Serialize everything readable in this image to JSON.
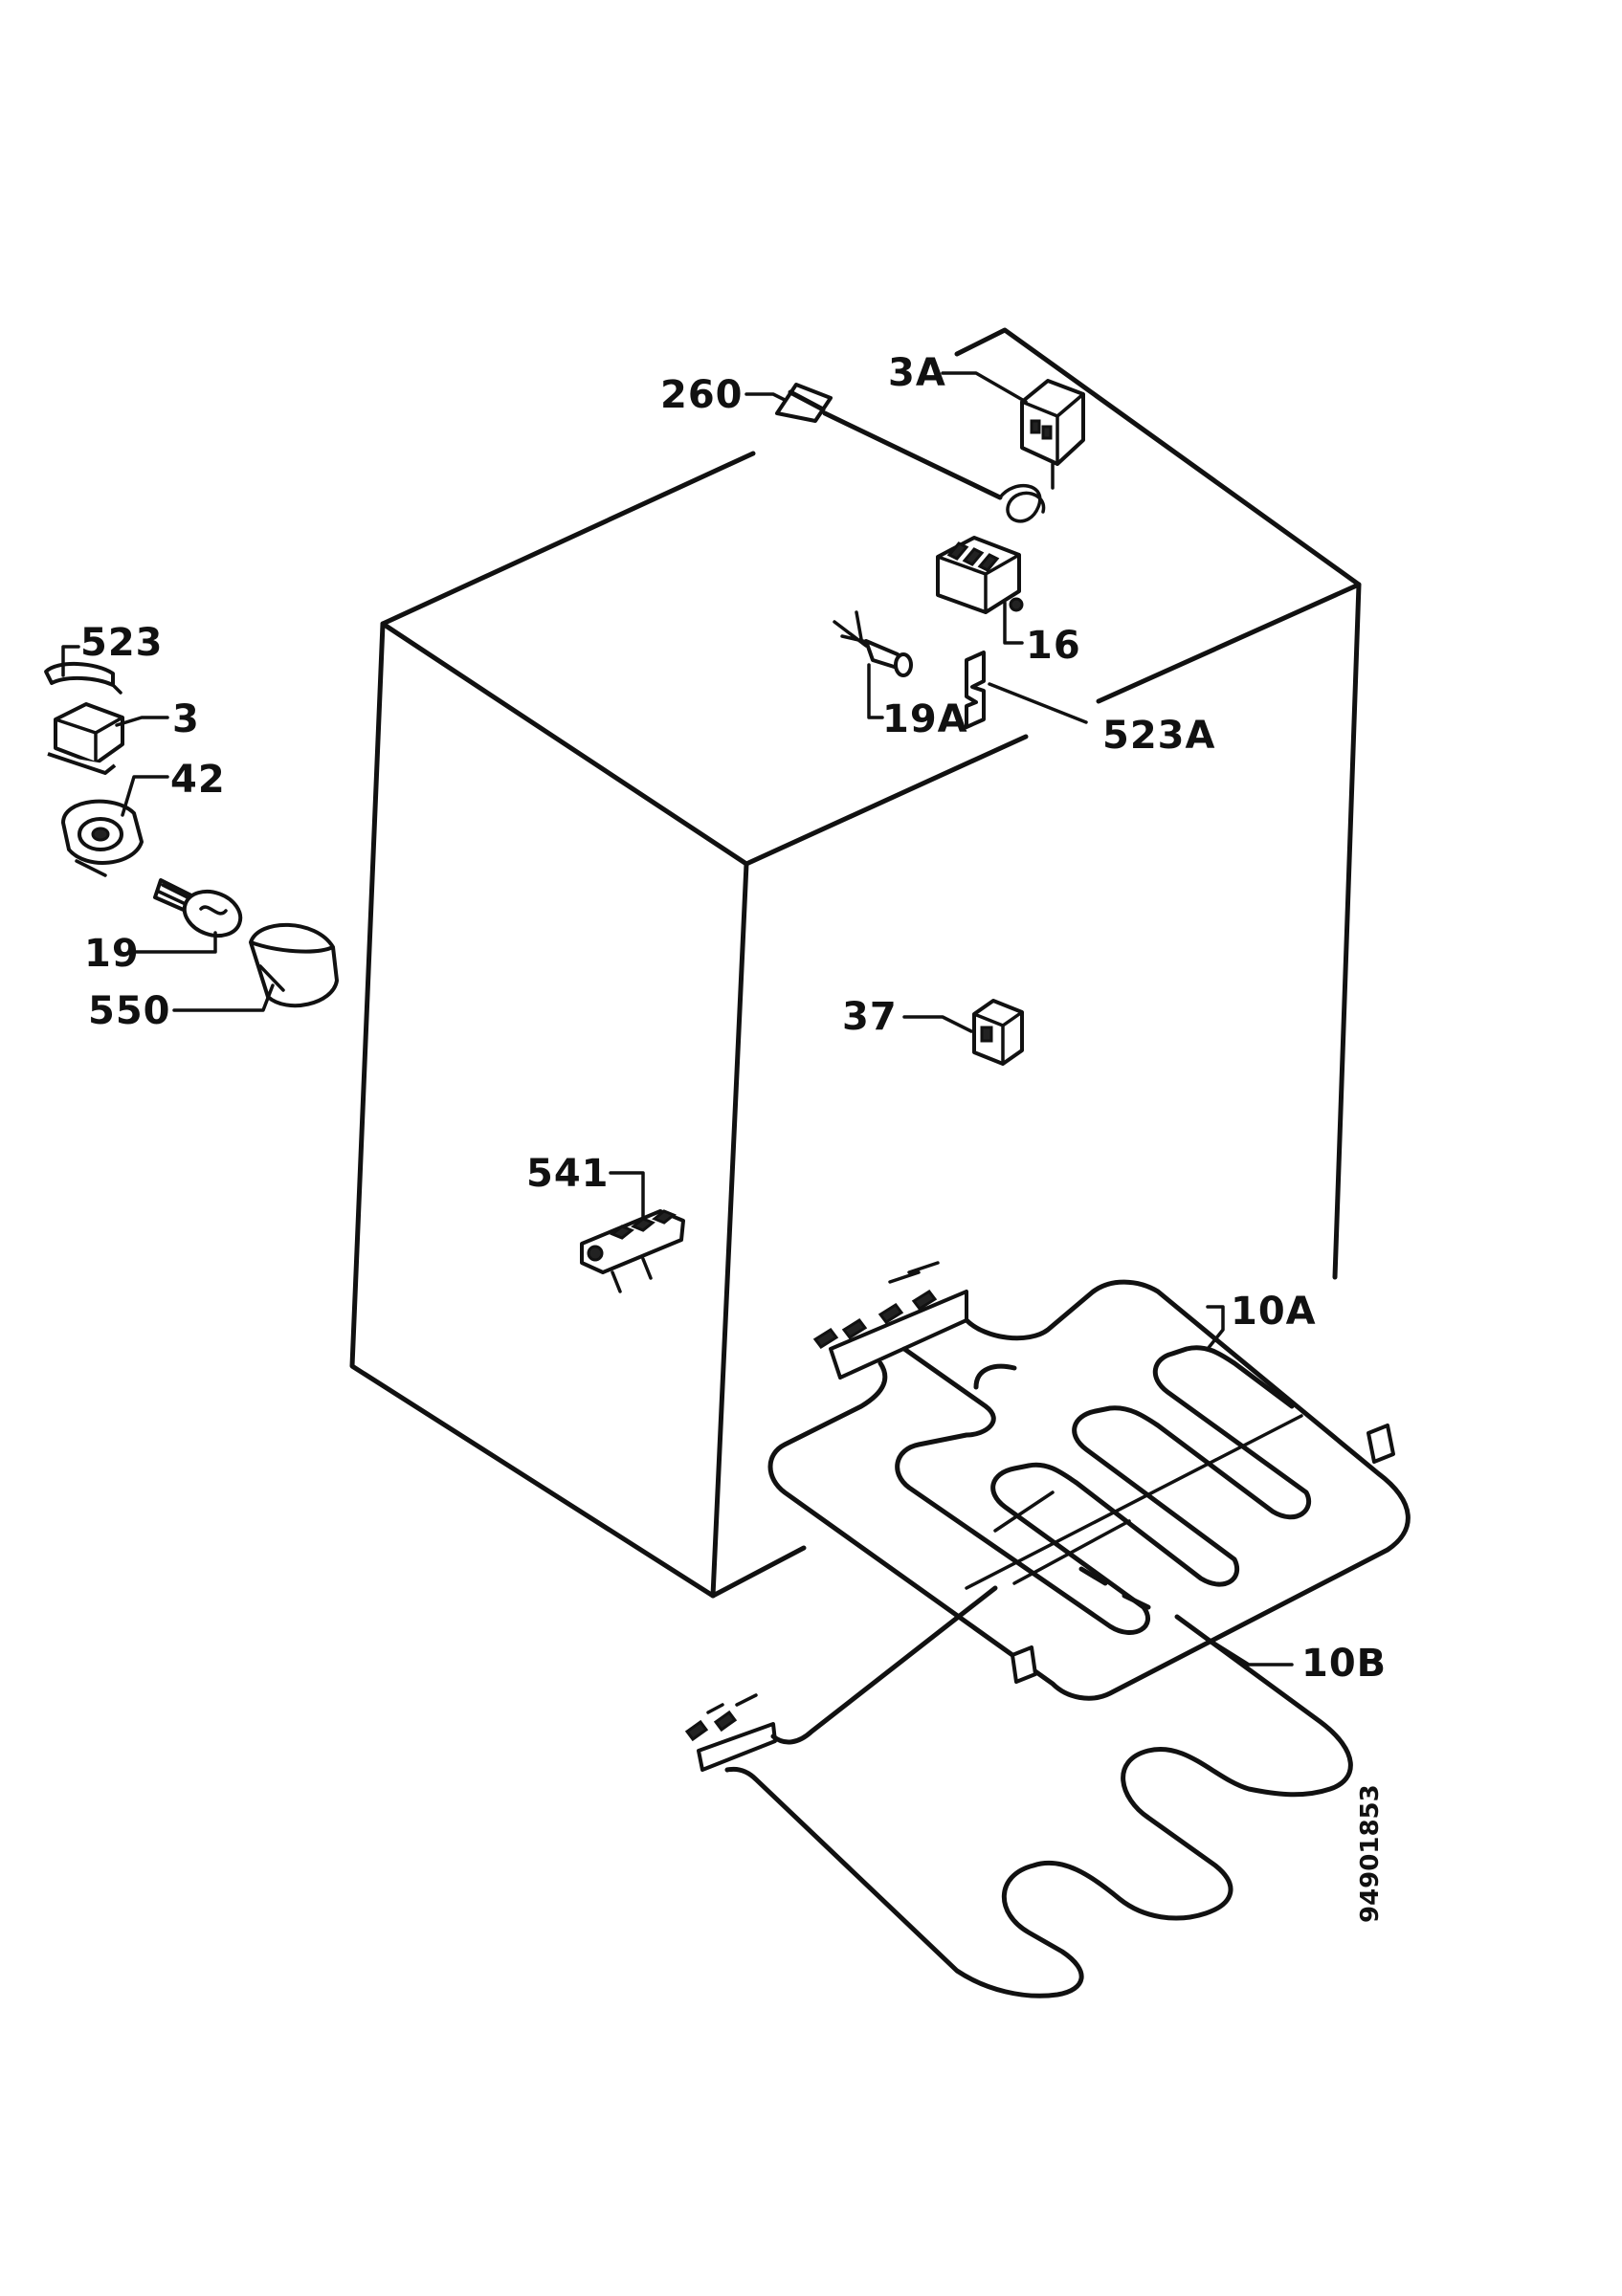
{
  "labels": {
    "p260": "260",
    "p3A": "3A",
    "p16": "16",
    "p19A": "19A",
    "p523A": "523A",
    "p523": "523",
    "p3": "3",
    "p42": "42",
    "p19": "19",
    "p550": "550",
    "p37": "37",
    "p541": "541",
    "p10A": "10A",
    "p10B": "10B"
  },
  "drawing_code": "94901853"
}
